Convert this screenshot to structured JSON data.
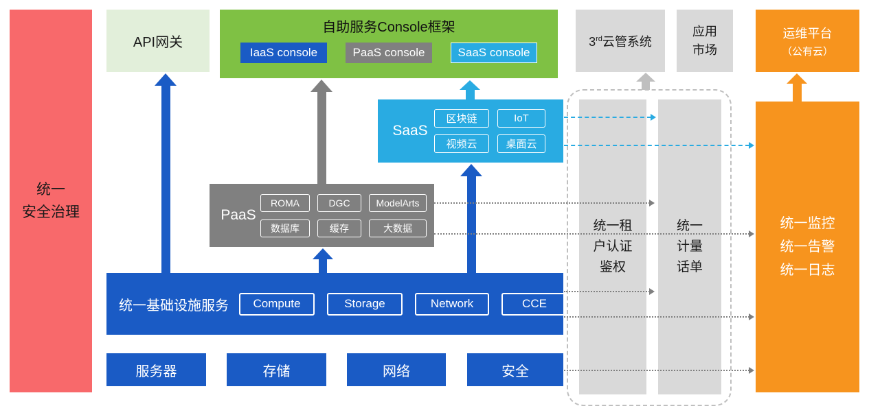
{
  "colors": {
    "red": "#F8696B",
    "light_green": "#E2EFDA",
    "green": "#7FC144",
    "blue": "#1A5BC5",
    "cyan": "#29ABE2",
    "gray": "#808080",
    "light_gray": "#D9D9D9",
    "orange": "#F7941E",
    "dashed_border": "#BFBFBF",
    "dotted_line": "#7F7F7F"
  },
  "security_bar": {
    "line1": "统一",
    "line2": "安全治理"
  },
  "api_gateway": {
    "label": "API网关"
  },
  "console_frame": {
    "title": "自助服务Console框架",
    "iaas_button": "IaaS console",
    "paas_button": "PaaS console",
    "saas_button": "SaaS console"
  },
  "third_party_cloud": {
    "prefix": "3",
    "sup": "rd",
    "suffix": "云管系统"
  },
  "app_market": {
    "line1": "应用",
    "line2": "市场"
  },
  "ops_platform": {
    "line1": "运维平台",
    "line2": "（公有云）"
  },
  "saas": {
    "label": "SaaS",
    "chips": [
      "区块链",
      "IoT",
      "视频云",
      "桌面云"
    ]
  },
  "paas": {
    "label": "PaaS",
    "chips": [
      "ROMA",
      "DGC",
      "ModelArts",
      "数据库",
      "缓存",
      "大数据"
    ]
  },
  "infra": {
    "label": "统一基础设施服务",
    "chips": [
      "Compute",
      "Storage",
      "Network",
      "CCE"
    ]
  },
  "bottom_row": {
    "server": "服务器",
    "storage": "存储",
    "network": "网络",
    "security": "安全"
  },
  "auth_bar": {
    "line1": "统一租",
    "line2": "户认证",
    "line3": "鉴权"
  },
  "metering_bar": {
    "line1": "统一",
    "line2": "计量",
    "line3": "话单"
  },
  "monitoring_bar": {
    "line1": "统一监控",
    "line2": "统一告警",
    "line3": "统一日志"
  }
}
